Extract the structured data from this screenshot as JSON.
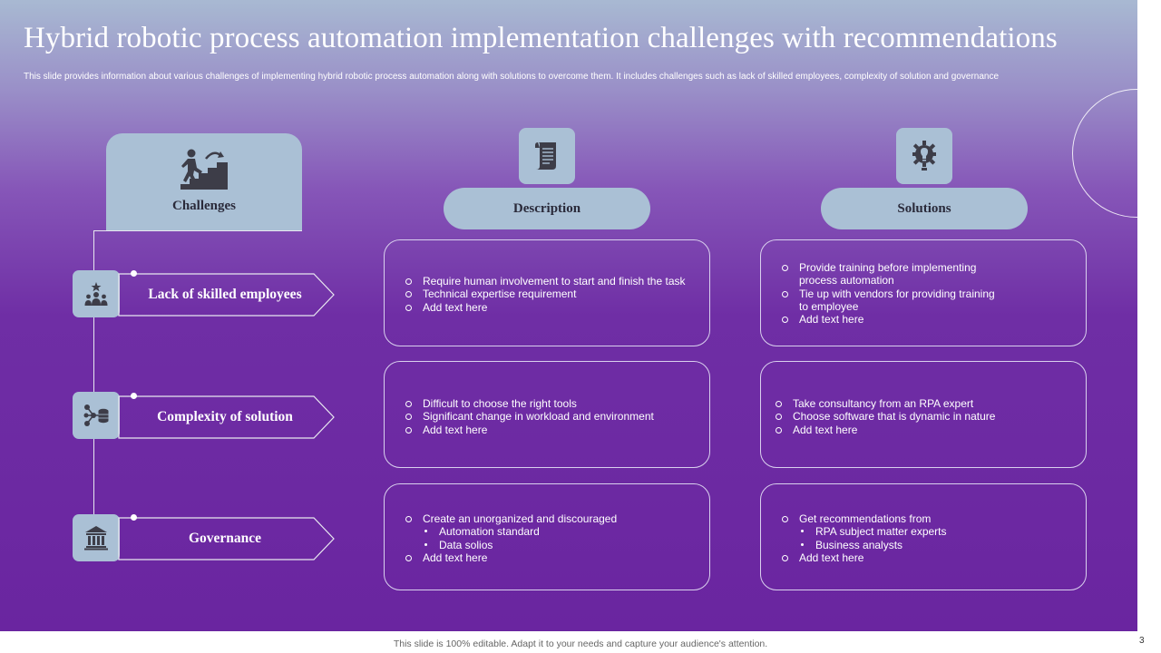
{
  "title": "Hybrid robotic process automation implementation challenges with recommendations",
  "subtitle": "This slide provides information about various challenges of implementing  hybrid robotic process automation along with solutions to overcome them. It includes challenges such as lack of skilled employees, complexity of solution and governance",
  "colors": {
    "accent_light": "#aac0d5",
    "background_bottom": "#6a25a0",
    "background_top": "#a8b9d2"
  },
  "challenges_header": {
    "label": "Challenges",
    "icon": "stairs-climbing-icon"
  },
  "columns": {
    "description": {
      "label": "Description",
      "icon": "document-icon"
    },
    "solutions": {
      "label": "Solutions",
      "icon": "lightbulb-gear-icon"
    }
  },
  "rows": [
    {
      "challenge": "Lack of skilled employees",
      "icon": "team-leader-icon",
      "description": [
        "Require human involvement to start and finish the task",
        "Technical expertise requirement",
        "Add text here"
      ],
      "solutions": [
        "Provide training before implementing process automation",
        "Tie up with vendors for providing training to employee",
        "Add text here"
      ]
    },
    {
      "challenge": "Complexity of solution",
      "icon": "network-database-icon",
      "description": [
        "Difficult to choose the right tools",
        "Significant change in workload and environment",
        "Add text here"
      ],
      "solutions": [
        "Take consultancy from an RPA expert",
        "Choose software that is dynamic in nature",
        "Add text here"
      ]
    },
    {
      "challenge": "Governance",
      "icon": "government-building-icon",
      "description": [
        "Create an unorganized and discouraged",
        "Automation standard",
        "Data solios",
        "Add text here"
      ],
      "solutions": [
        "Get recommendations from",
        "RPA subject matter experts",
        "Business analysts",
        "Add text here"
      ]
    }
  ],
  "footer": "This slide is 100% editable. Adapt it to your needs and capture your audience's attention.",
  "page_number": "3"
}
